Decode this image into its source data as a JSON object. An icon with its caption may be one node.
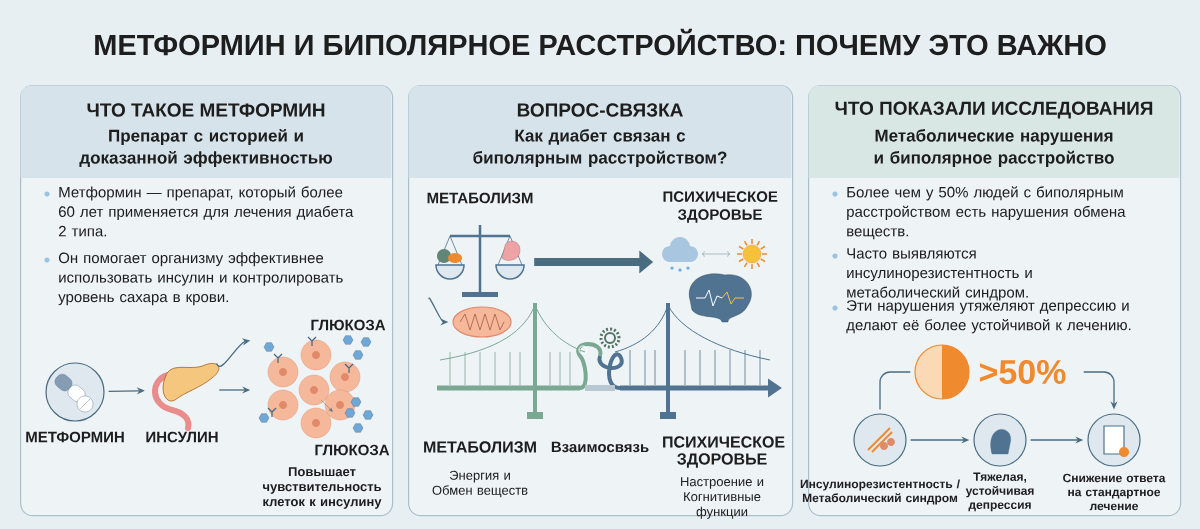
{
  "diagram": {
    "title": "МЕТФОРМИН И БИПОЛЯРНОЕ РАССТРОЙСТВО: ПОЧЕМУ ЭТО ВАЖНО",
    "nodes": [
      {
        "text": [
          "ЧТО ТАКОЕ МЕТФОРМИН",
          "Препарат с историей и доказанной эффективностью",
          "Метформин — препарат, который более 60 лет применяется для лечения диабета 2 типа.",
          "Он помогает организму эффективнее использовать инсулин и контролировать уровень сахара в крови."
        ]
      },
      {
        "text": [
          "МЕТФОРМИН"
        ],
        "in": 0
      },
      {
        "text": [
          "ИНСУЛИН"
        ],
        "in": 0
      },
      {
        "text": [
          "ГЛЮКОЗА",
          "ГЛЮКОЗА",
          "Повышает чувствительность клеток к инсулину"
        ],
        "in": 0
      },
      {
        "text": [
          "ВОПРОС-СВЯЗКА",
          "Как диабет связан с биполярным расстройством?"
        ]
      },
      {
        "text": [
          "МЕТАБОЛИЗМ"
        ],
        "in": 4
      },
      {
        "text": [
          "ПСИХИЧЕСКОЕ ЗДОРОВЬЕ"
        ],
        "in": 4
      },
      {
        "text": [],
        "shape": "picture",
        "in": 4
      },
      {
        "text": [
          "ЧТО ПОКАЗАЛИ ИССЛЕДОВАНИЯ",
          "Метаболические нарушения и биполярное расстройство",
          "Более чем у 50% людей с биполярным расстройством есть нарушения обмена веществ.",
          "Часто выявляются инсулинорезистентность и метаболический синдром.",
          "Эти нарушения утяжеляют депрессию и делают её более устойчивой к лечению."
        ]
      },
      {
        "text": [
          ">50%"
        ],
        "in": 8
      },
      {
        "text": [
          "Инсулинорезистентность / Метаболический синдром"
        ],
        "in": 8
      },
      {
        "text": [
          "Тяжелая, устойчивая депрессия"
        ],
        "in": 8
      },
      {
        "text": [
          "Снижение ответа на стандартное лечение"
        ],
        "in": 8
      }
    ],
    "edges": [
      {
        "from": 1,
        "to": 2,
        "arrow": "to"
      },
      {
        "from": 2,
        "to": 3,
        "arrow": "to"
      },
      {
        "from": 2,
        "to": 3,
        "arrow": "to"
      },
      {
        "from": 5,
        "to": 6,
        "arrow": "to",
        "style": "thick"
      },
      {
        "from": 5,
        "to": 7,
        "arrow": "to"
      },
      {
        "from": 10,
        "to": 11,
        "arrow": "to"
      },
      {
        "from": 11,
        "to": 12,
        "arrow": "to"
      },
      {
        "from": 10,
        "to": 9,
        "arrow": "none"
      },
      {
        "from": 9,
        "to": 12,
        "arrow": "to"
      }
    ],
    "labels": [
      "МЕТАБОЛИЗМ",
      "Взаимосвязь",
      "ПСИХИЧЕСКОЕ ЗДОРОВЬЕ",
      "Энергия и Обмен веществ",
      "Настроение и Когнитивные функции"
    ]
  }
}
